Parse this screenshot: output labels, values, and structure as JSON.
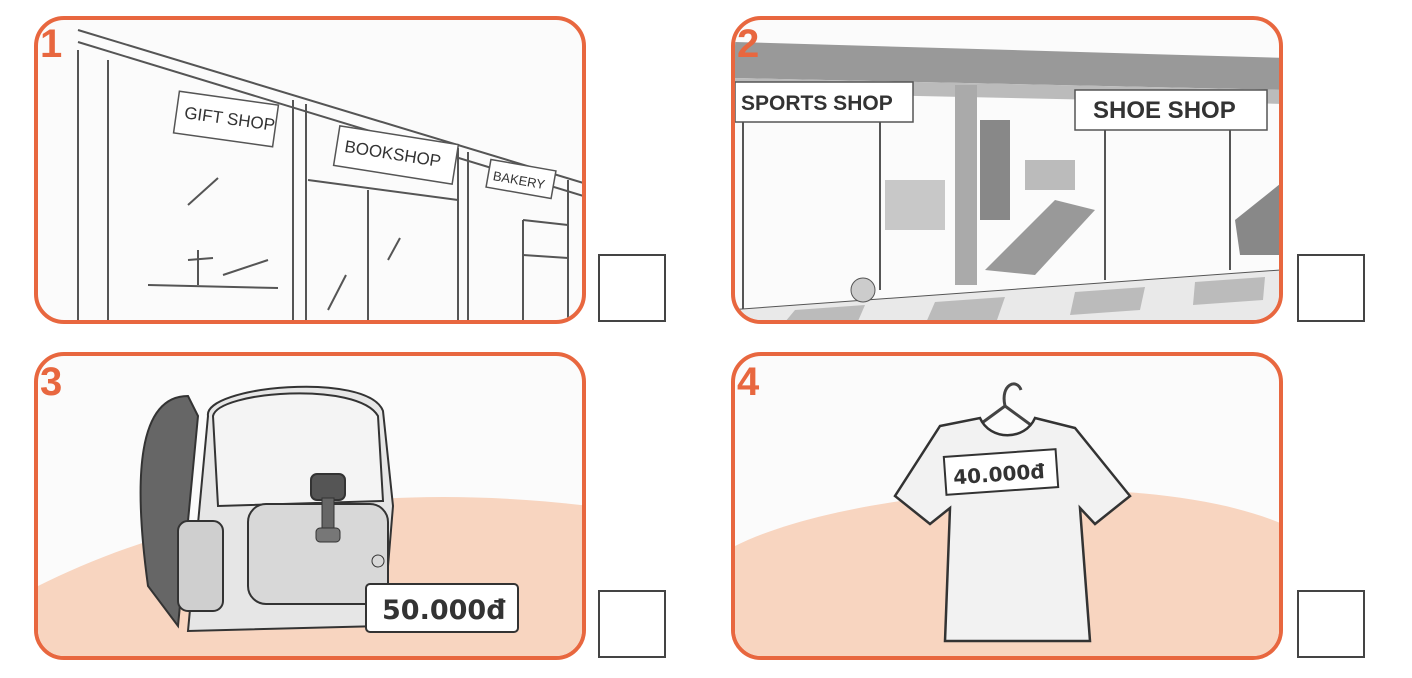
{
  "exercise": {
    "items": [
      {
        "number": "1",
        "signs": [
          "GIFT SHOP",
          "BOOKSHOP",
          "BAKERY"
        ]
      },
      {
        "number": "2",
        "signs": [
          "SPORTS SHOP",
          "SHOE SHOP"
        ]
      },
      {
        "number": "3",
        "price": "50.000đ"
      },
      {
        "number": "4",
        "price": "40.000đ"
      }
    ]
  },
  "colors": {
    "frame": "#e8673f",
    "floor": "#f8d5c0",
    "shading": "#777777"
  }
}
